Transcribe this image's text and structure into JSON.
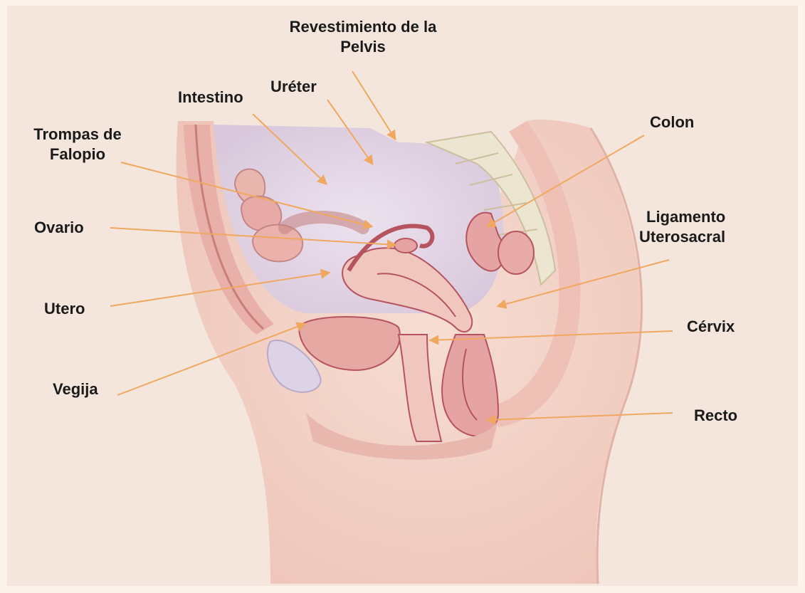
{
  "labels": {
    "revestimiento_line1": "Revestimiento de la",
    "revestimiento_line2": "Pelvis",
    "ureter": "Uréter",
    "intestino": "Intestino",
    "trompas_line1": "Trompas de",
    "trompas_line2": "Falopio",
    "colon": "Colon",
    "ovario": "Ovario",
    "ligamento_line1": "Ligamento",
    "ligamento_line2": "Uterosacral",
    "utero": "Utero",
    "cervix": "Cérvix",
    "vegija": "Vegija",
    "recto": "Recto"
  },
  "colors": {
    "background": "#f4e6dc",
    "arrow": "#f0a860",
    "skin": "#f2d3c8",
    "tissue": "#e8aaa6",
    "organ": "#e6a3a3",
    "organ_dark": "#b5545e",
    "pelvis_lining": "#e3d7e6",
    "bone": "#ece5cf",
    "bladder": "#dcd3e6"
  }
}
